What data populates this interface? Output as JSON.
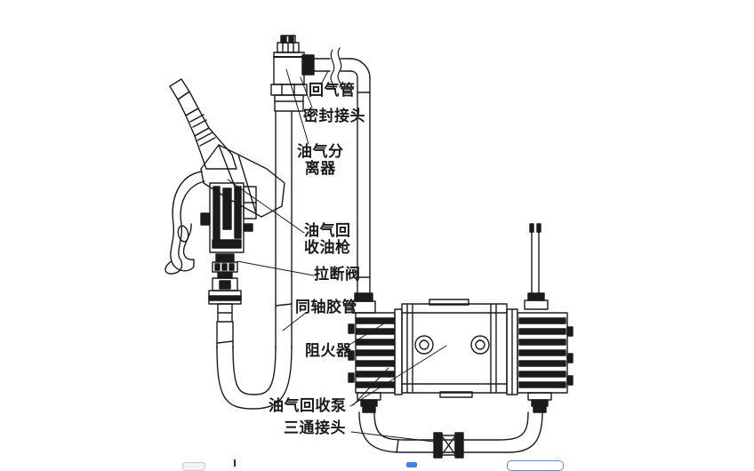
{
  "diagram": {
    "type": "technical-line-drawing",
    "subject": "fuel vapor recovery system piping diagram",
    "ink_color": "#1b1b1b",
    "background": "#ffffff",
    "labels": [
      {
        "id": "return-gas-pipe",
        "text": "回气管"
      },
      {
        "id": "sealed-joint",
        "text": "密封接头"
      },
      {
        "id": "oil-gas-separator",
        "text": "油气分\n离器"
      },
      {
        "id": "vapor-recovery-nozzle",
        "text": "油气回\n收油枪"
      },
      {
        "id": "breakaway-valve",
        "text": "拉断阀"
      },
      {
        "id": "coaxial-hose",
        "text": "同轴胶管"
      },
      {
        "id": "flame-arrester",
        "text": "阻火器"
      },
      {
        "id": "vapor-recovery-pump",
        "text": "油气回收泵"
      },
      {
        "id": "tee-joint",
        "text": "三通接头"
      }
    ]
  },
  "bottom_artifacts": {
    "note_colors": {
      "partial_button_border": "#4a90f6",
      "partial_checkbox": "#3b82f6"
    }
  }
}
